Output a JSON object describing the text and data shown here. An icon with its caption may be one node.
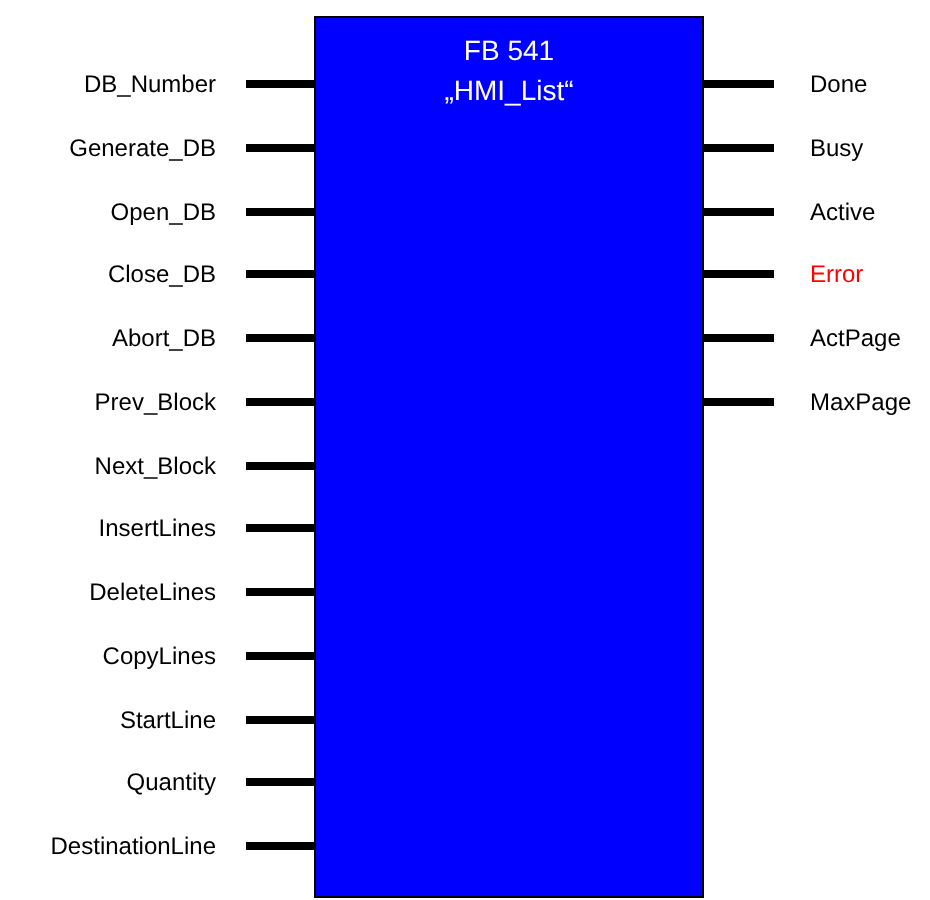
{
  "diagram": {
    "nodes": [
      {
        "text": [
          "FB 541",
          "„HMI_List“"
        ]
      }
    ],
    "edges": [],
    "labels": [
      "DB_Number",
      "Generate_DB",
      "Open_DB",
      "Close_DB",
      "Abort_DB",
      "Prev_Block",
      "Next_Block",
      "InsertLines",
      "DeleteLines",
      "CopyLines",
      "StartLine",
      "Quantity",
      "DestinationLine",
      "Done",
      "Busy",
      "Active",
      "Error",
      "ActPage",
      "MaxPage"
    ]
  }
}
